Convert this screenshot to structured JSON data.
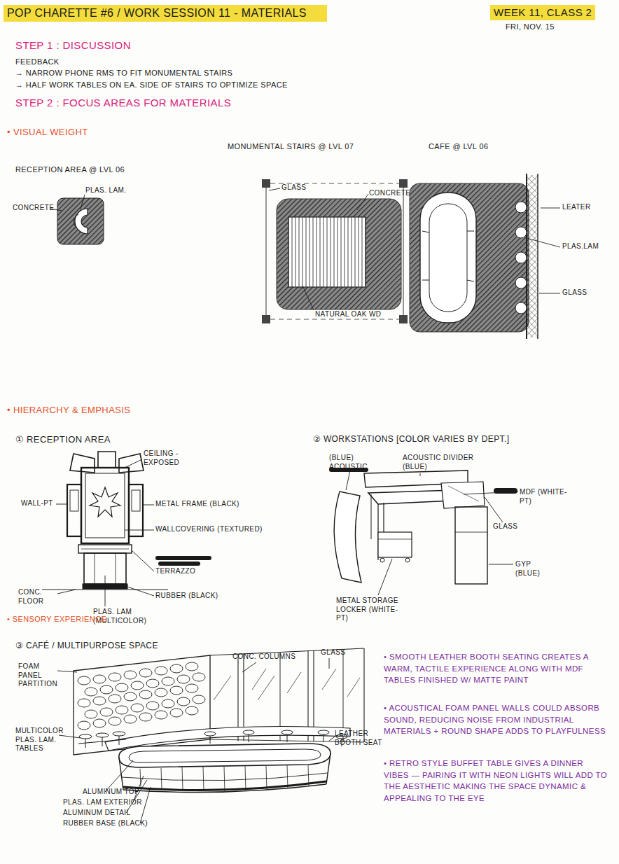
{
  "diagram": {
    "title": "POP CHARETTE #6 / WORK SESSION 11 - MATERIALS",
    "labels": [
      "WEEK 11, CLASS 2",
      "FRI, NOV. 15",
      "STEP 1 : DISCUSSION",
      "FEEDBACK",
      "→ NARROW PHONE RMS TO FIT MONUMENTAL STAIRS",
      "→ HALF WORK TABLES ON EA. SIDE OF STAIRS TO OPTIMIZE SPACE",
      "STEP 2 : FOCUS AREAS FOR MATERIALS",
      "• VISUAL WEIGHT",
      "MONUMENTAL STAIRS @ LVL 07",
      "CAFE @ LVL 06",
      "RECEPTION AREA @ LVL 06",
      "CONCRETE",
      "PLAS. LAM.",
      "GLASS",
      "CONCRETE",
      "NATURAL OAK WD",
      "LEATER",
      "PLAS.LAM",
      "GLASS",
      "• HIERARCHY & EMPHASIS",
      "① RECEPTION AREA",
      "② WORKSTATIONS [COLOR VARIES BY DEPT.]",
      "CEILING - EXPOSED",
      "WALL-PT",
      "METAL FRAME (BLACK)",
      "WALLCOVERING (TEXTURED)",
      "TERRAZZO",
      "CONC. FLOOR",
      "RUBBER (BLACK)",
      "PLAS. LAM (MULTICOLOR)",
      "(BLUE) ACOUSTIC",
      "ACOUSTIC DIVIDER (BLUE)",
      "MDF (WHITE-PT)",
      "GLASS",
      "GYP (BLUE)",
      "METAL STORAGE LOCKER (WHITE-PT)",
      "• SENSORY EXPERIENCE",
      "③ CAFÉ / MULTIPURPOSE SPACE",
      "CONC. COLUMNS",
      "GLASS",
      "FOAM PANEL PARTITION",
      "MULTICOLOR PLAS. LAM. TABLES",
      "ALUMINUM TOP",
      "PLAS. LAM EXTERIOR",
      "ALUMINUM DETAIL",
      "RUBBER BASE (BLACK)",
      "LEATHER BOOTH SEAT",
      "• SMOOTH LEATHER BOOTH SEATING CREATES A WARM, TACTILE EXPERIENCE ALONG WITH MDF TABLES FINISHED W/ MATTE PAINT",
      "• ACOUSTICAL FOAM PANEL WALLS COULD ABSORB SOUND, REDUCING NOISE FROM INDUSTRIAL MATERIALS + ROUND SHAPE ADDS TO PLAYFULNESS",
      "• RETRO STYLE BUFFET TABLE GIVES A DINNER VIBES — PAIRING IT WITH NEON LIGHTS WILL ADD TO THE AESTHETIC MAKING THE SPACE DYNAMIC & APPEALING TO THE EYE"
    ]
  }
}
